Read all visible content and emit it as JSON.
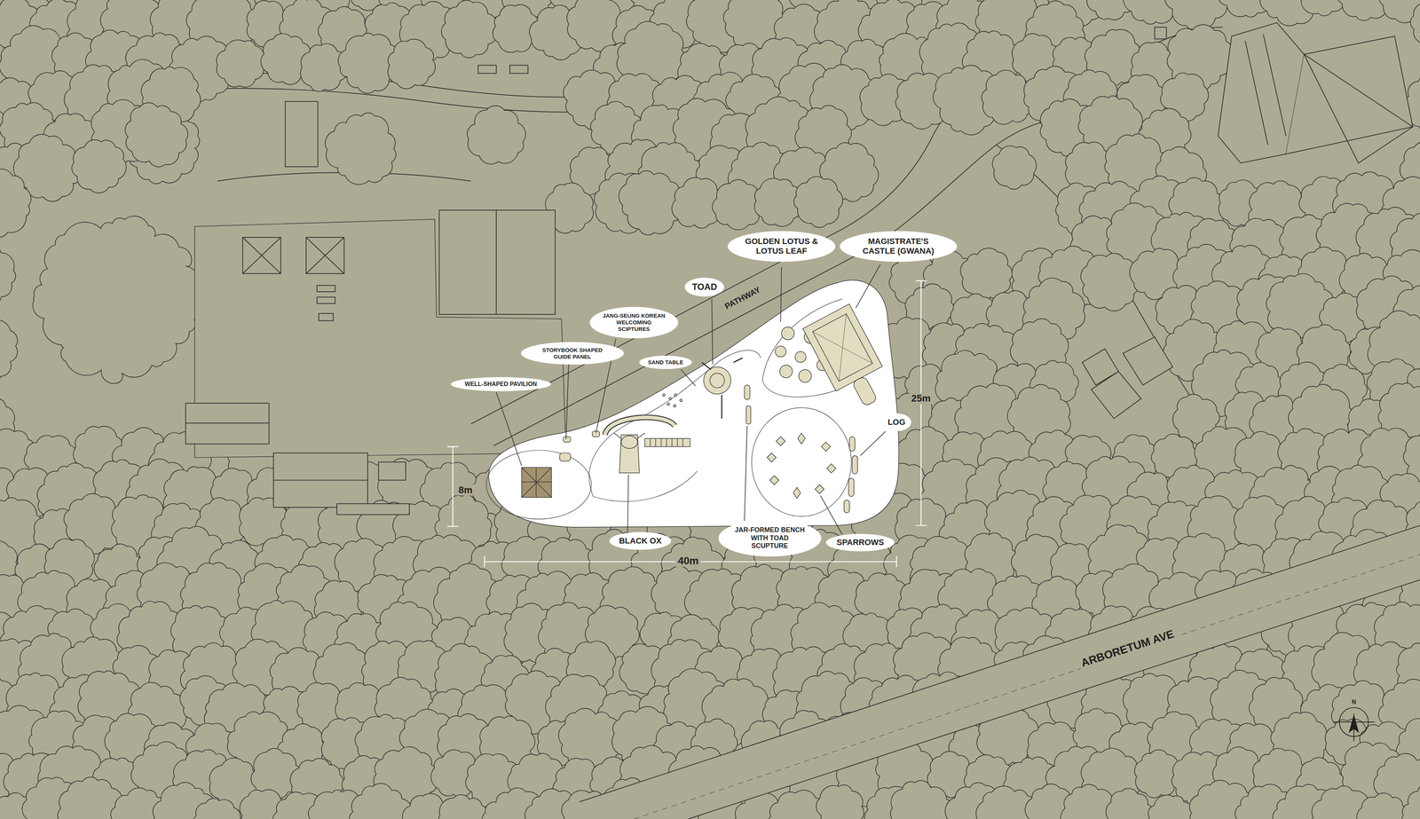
{
  "diagram": {
    "nodes": [
      {
        "text": [
          "GOLDEN LOTUS & LOTUS LEAF"
        ]
      },
      {
        "text": [
          "MAGISTRATE'S CASTLE (GWANA)"
        ]
      },
      {
        "text": [
          "TOAD"
        ]
      },
      {
        "text": [
          "JANG-SEUNG KOREAN WELCOMING SCIPTURES"
        ]
      },
      {
        "text": [
          "STORYBOOK SHAPED GUIDE PANEL"
        ]
      },
      {
        "text": [
          "SAND TABLE"
        ]
      },
      {
        "text": [
          "WELL-SHAPED PAVILION"
        ]
      },
      {
        "text": [
          "LOG"
        ]
      },
      {
        "text": [
          "BLACK OX"
        ]
      },
      {
        "text": [
          "JAR-FORMED BENCH WITH TOAD SCUPTURE"
        ]
      },
      {
        "text": [
          "SPARROWS"
        ]
      }
    ],
    "labels": [
      "PATHWAY",
      "8m",
      "25m",
      "40m",
      "ARBORETUM AVE",
      "N"
    ]
  }
}
